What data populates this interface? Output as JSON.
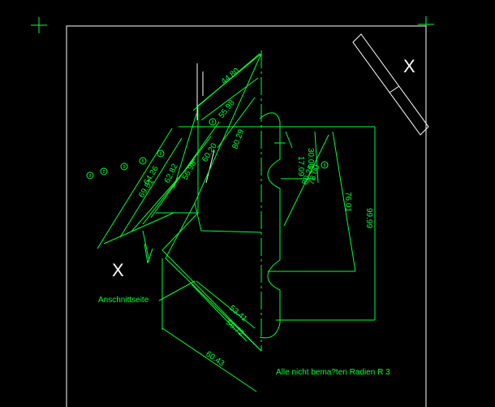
{
  "drawing": {
    "colors": {
      "background": "#000000",
      "frame": "#ffffff",
      "geometry": "#00ff33"
    },
    "dimensions": [
      "44.80",
      "55.98",
      "56.98",
      "60.20",
      "60.43",
      "62.82",
      "64.26",
      "69.51",
      "80.29",
      "80.26",
      "17.09",
      "30.00",
      "76.01",
      "99.99",
      "53.41",
      "56.72",
      "78.00"
    ],
    "cut_markers": [
      "X",
      "X"
    ],
    "label_cut_side": "Anschnittseite",
    "note_radii": "Alle nicht bema?ten Radien R 3",
    "balloons": [
      "8",
      "8",
      "8",
      "8",
      "8",
      "8",
      "8"
    ]
  }
}
